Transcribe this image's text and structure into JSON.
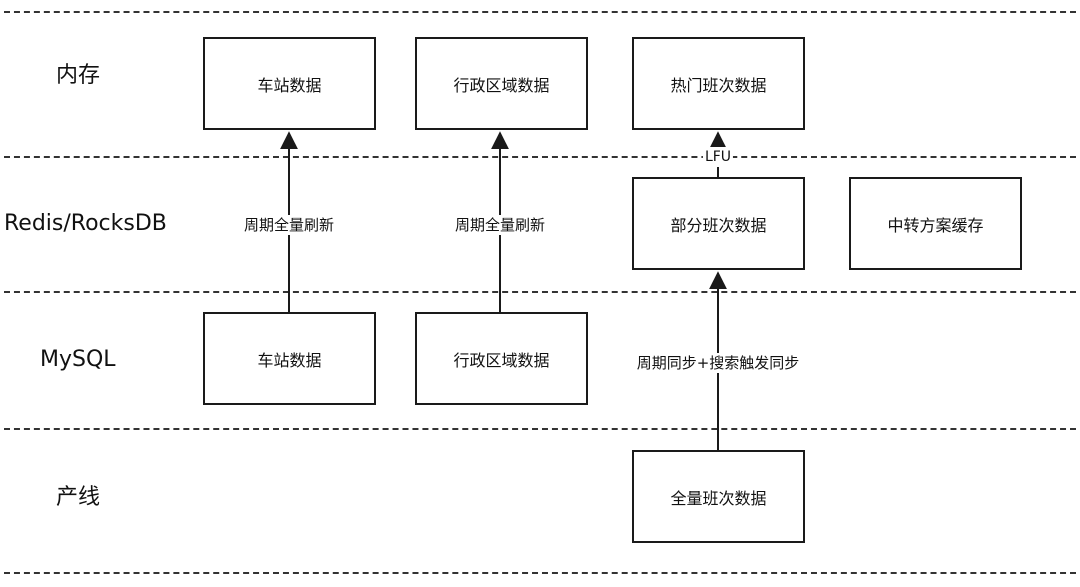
{
  "layers": [
    {
      "id": "memory",
      "label": "内存"
    },
    {
      "id": "redis",
      "label": "Redis/RocksDB"
    },
    {
      "id": "mysql",
      "label": "MySQL"
    },
    {
      "id": "prod",
      "label": "产线"
    }
  ],
  "boxes": {
    "mem_station": "车站数据",
    "mem_admin": "行政区域数据",
    "mem_hot": "热门班次数据",
    "redis_partial": "部分班次数据",
    "redis_transfer": "中转方案缓存",
    "mysql_station": "车站数据",
    "mysql_admin": "行政区域数据",
    "prod_full": "全量班次数据"
  },
  "arrows": {
    "station_refresh": "周期全量刷新",
    "admin_refresh": "周期全量刷新",
    "lfu": "LFU",
    "sync": "周期同步+搜索触发同步"
  },
  "colors": {
    "line": "#1a1a1a",
    "divider": "#333333",
    "background": "#ffffff"
  }
}
